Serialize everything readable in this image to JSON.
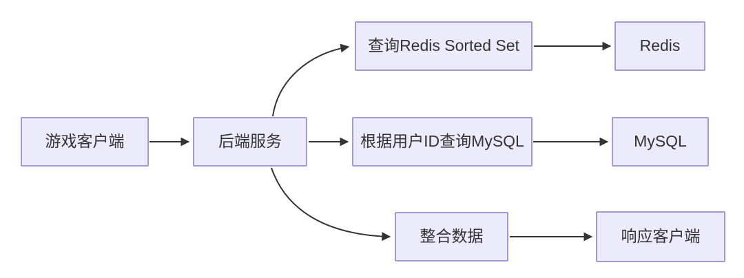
{
  "diagram": {
    "type": "flowchart",
    "direction": "left-to-right",
    "background_color": "#ffffff",
    "node_fill_color": "#ECEBFB",
    "node_border_color": "#A29AD2",
    "text_color": "#333333",
    "arrow_color": "#333333",
    "nodes": [
      {
        "id": "game-client",
        "label": "游戏客户端"
      },
      {
        "id": "backend-service",
        "label": "后端服务"
      },
      {
        "id": "query-redis",
        "label": "查询Redis Sorted Set"
      },
      {
        "id": "redis",
        "label": "Redis"
      },
      {
        "id": "query-mysql",
        "label": "根据用户ID查询MySQL"
      },
      {
        "id": "mysql",
        "label": "MySQL"
      },
      {
        "id": "merge-data",
        "label": "整合数据"
      },
      {
        "id": "respond-client",
        "label": "响应客户端"
      }
    ],
    "edges": [
      {
        "from": "game-client",
        "to": "backend-service",
        "style": "straight"
      },
      {
        "from": "backend-service",
        "to": "query-redis",
        "style": "curved-up"
      },
      {
        "from": "backend-service",
        "to": "query-mysql",
        "style": "straight"
      },
      {
        "from": "backend-service",
        "to": "merge-data",
        "style": "curved-down"
      },
      {
        "from": "query-redis",
        "to": "redis",
        "style": "straight"
      },
      {
        "from": "query-mysql",
        "to": "mysql",
        "style": "straight"
      },
      {
        "from": "merge-data",
        "to": "respond-client",
        "style": "straight"
      }
    ]
  }
}
